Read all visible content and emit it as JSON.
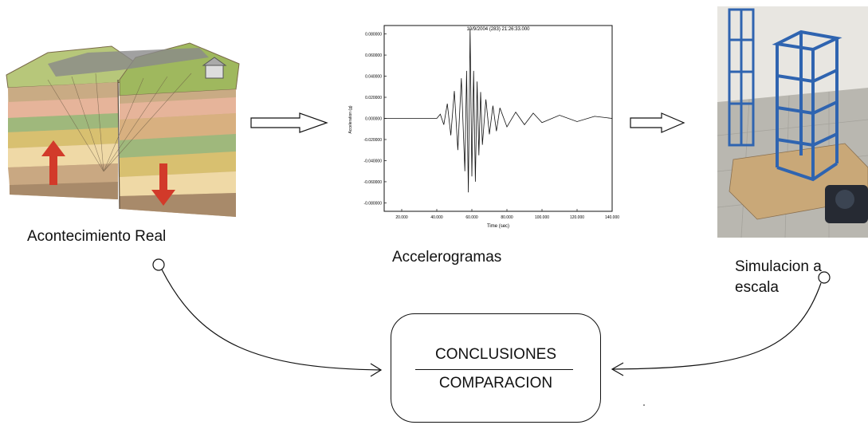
{
  "labels": {
    "real_event": "Acontecimiento Real",
    "accelerograms": "Accelerogramas",
    "scale_sim_line1": "Simulacion a",
    "scale_sim_line2": "escala"
  },
  "result_box": {
    "top": "CONCLUSIONES",
    "bottom": "COMPARACION"
  },
  "accelerogram": {
    "header": "10/9/2004 (283) 21:26:33.000",
    "ylabel": "Acceleration (g)",
    "xlabel": "Time (sec)"
  },
  "chart_data": {
    "type": "line",
    "title": "10/9/2004 (283) 21:26:33.000",
    "xlabel": "Time (sec)",
    "ylabel": "Acceleration (g)",
    "x_ticks": [
      "20.000",
      "40.000",
      "60.000",
      "80.000",
      "100.000",
      "120.000",
      "140.000"
    ],
    "y_ticks": [
      "0.080000",
      "0.060000",
      "0.040000",
      "0.020000",
      "0.000000",
      "-0.020000",
      "-0.040000",
      "-0.060000",
      "-0.080000"
    ],
    "xlim": [
      10,
      140
    ],
    "ylim": [
      -0.088,
      0.088
    ],
    "series": [
      {
        "x": [
          10,
          40,
          42,
          44,
          46,
          48,
          50,
          52,
          54,
          56,
          57,
          58,
          59,
          60,
          61,
          62,
          63,
          64,
          65,
          66,
          68,
          70,
          72,
          74,
          76,
          80,
          85,
          90,
          95,
          100,
          110,
          120,
          130,
          140
        ],
        "y": [
          0,
          0,
          0.004,
          -0.006,
          0.014,
          -0.016,
          0.026,
          -0.03,
          0.038,
          -0.05,
          0.045,
          -0.07,
          0.085,
          -0.055,
          0.045,
          -0.06,
          0.035,
          -0.035,
          0.025,
          -0.025,
          0.018,
          -0.015,
          0.012,
          -0.012,
          0.01,
          -0.008,
          0.006,
          -0.006,
          0.005,
          -0.004,
          0.003,
          -0.003,
          0.002,
          0
        ]
      }
    ],
    "grid": false
  },
  "colors": {
    "ink": "#111111",
    "arrow_red": "#d23a2a",
    "model_frame": "#2f64b0"
  },
  "icons": [
    "geologic-fault-illustration",
    "scale-model-photo",
    "hollow-arrow-right",
    "connector-arrow"
  ]
}
